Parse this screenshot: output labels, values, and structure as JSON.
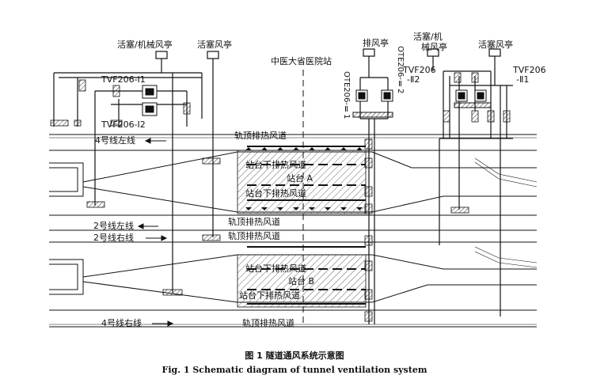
{
  "labels": {
    "piston_mech_kiosk_left": "活塞/机械风亭",
    "piston_kiosk_left": "活塞风亭",
    "station_name": "中医大省医院站",
    "exhaust_kiosk": "排风亭",
    "piston_mech_kiosk_right_1": "活塞/机",
    "piston_mech_kiosk_right_2": "械风亭",
    "piston_kiosk_right": "活塞风亭",
    "tvf_i1": "TVF206-Ⅰ1",
    "tvf_i2": "TVF206-Ⅰ2",
    "ote_ii1": "OTE206-Ⅱ1",
    "ote_ii2": "OTE206-Ⅱ2",
    "tvf_right_ii2_a": "TVF206",
    "tvf_right_ii2_b": "-Ⅱ2",
    "tvf_right_ii1_a": "TVF206",
    "tvf_right_ii1_b": "-Ⅱ1",
    "line4_left": "4号线左线",
    "line2_left": "2号线左线",
    "line2_right": "2号线右线",
    "line4_right": "4号线右线",
    "duct_top_1": "轨顶排热风道",
    "duct_under_1": "站台下排热风道",
    "station_a": "站台 A",
    "duct_under_2": "站台下排热风道",
    "duct_top_2": "轨顶排热风道",
    "duct_top_3": "轨顶排热风道",
    "duct_under_3": "站台下排热风道",
    "station_b": "站台 B",
    "duct_under_4": "站台下排热风道",
    "duct_top_4": "轨顶排热风道"
  },
  "caption": {
    "cn": "图 1    隧道通风系统示意图",
    "en": "Fig. 1    Schematic diagram of tunnel ventilation system"
  }
}
